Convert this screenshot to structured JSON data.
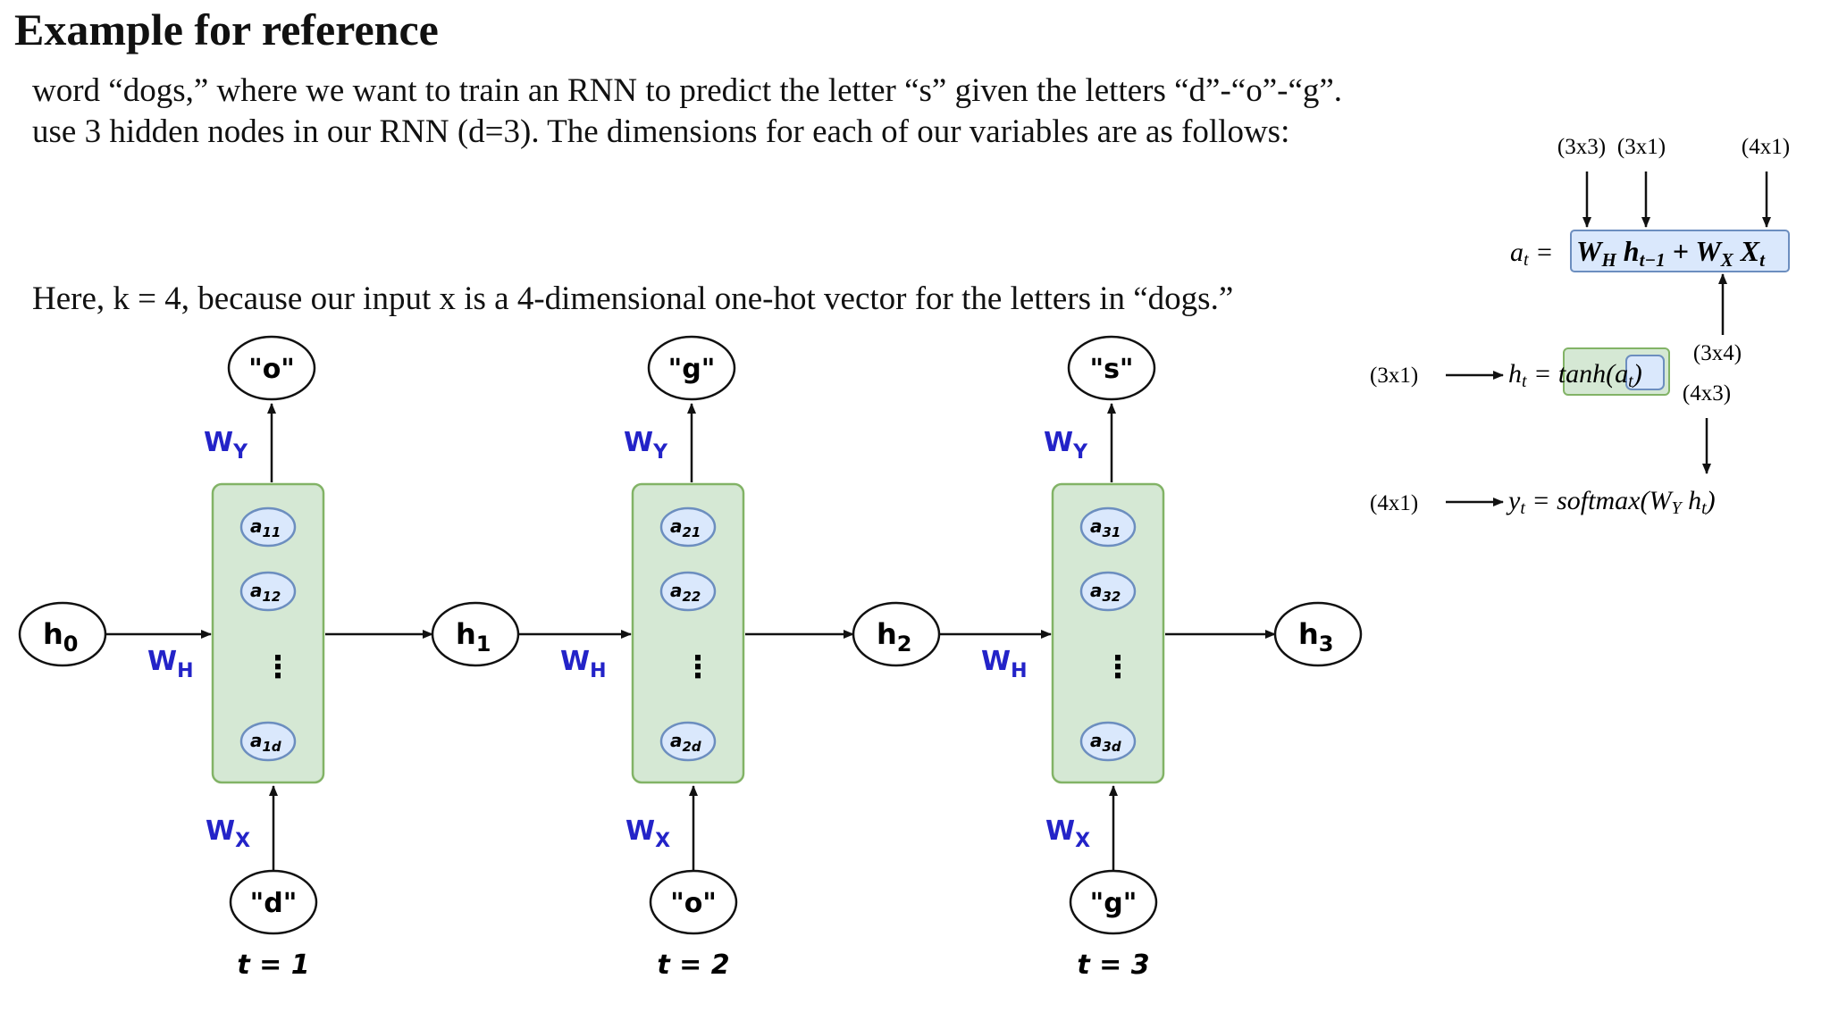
{
  "heading": "Example for reference",
  "paragraphs": [
    "word “dogs,” where we want to train an RNN to predict the letter “s” given the letters “d”-“o”-“g”.",
    "use 3 hidden nodes in our RNN (d=3). The dimensions for each of our variables are as follows:",
    "Here, k = 4, because our input x is a 4-dimensional one-hot vector for the letters in “dogs.”"
  ],
  "rnn": {
    "hidden_states": [
      "h0",
      "h1",
      "h2",
      "h3"
    ],
    "weight_h_label": "WH",
    "weight_x_label": "WX",
    "weight_y_label": "WY",
    "steps": [
      {
        "output": "\"o\"",
        "input": "\"d\"",
        "time": "t = 1",
        "nodes": [
          "a11",
          "a12",
          "⋮",
          "a1d"
        ]
      },
      {
        "output": "\"g\"",
        "input": "\"o\"",
        "time": "t = 2",
        "nodes": [
          "a21",
          "a22",
          "⋮",
          "a2d"
        ]
      },
      {
        "output": "\"s\"",
        "input": "\"g\"",
        "time": "t = 3",
        "nodes": [
          "a31",
          "a32",
          "⋮",
          "a3d"
        ]
      }
    ]
  },
  "equations": {
    "dims_top": [
      "(3x3)",
      "(3x1)",
      "(4x1)"
    ],
    "eq_a": {
      "lhs": "a",
      "sub": "t",
      "rhs": "= W_H h_{t−1} + W_X X_t"
    },
    "eq_h": {
      "dim": "(3x1)",
      "text": "h_t = tanh(a_t)"
    },
    "eq_y": {
      "dim": "(4x1)",
      "text": "y_t = softmax(W_Y h_t)"
    },
    "dim_wx": "(3x4)",
    "dim_wy": "(4x3)"
  },
  "colors": {
    "cell_fill": "#d5e8d4",
    "cell_stroke": "#82b366",
    "unit_fill": "#dae8fc",
    "unit_stroke": "#6c8ebf",
    "weight_label": "#2323c8",
    "eq_box_fill": "#dae8fc",
    "eq_box_stroke": "#6c8ebf"
  }
}
